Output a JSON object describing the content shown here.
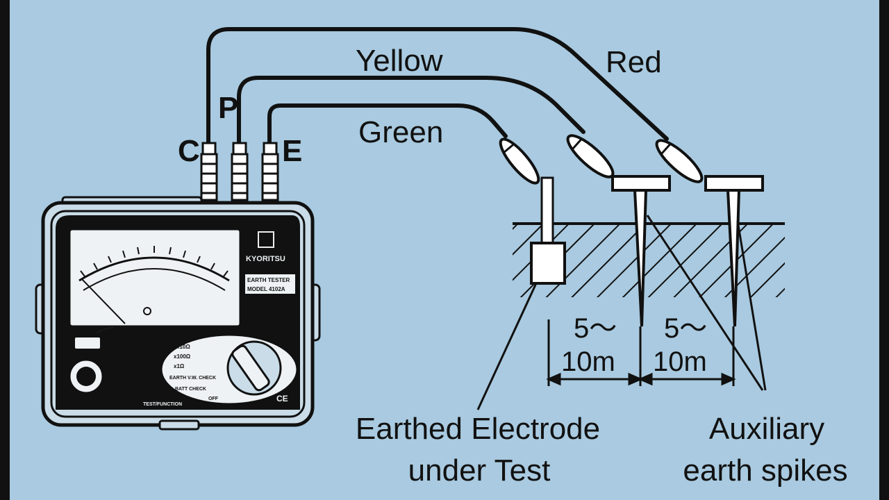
{
  "wires": {
    "red_label": "Red",
    "yellow_label": "Yellow",
    "green_label": "Green"
  },
  "terminals": {
    "c_label": "C",
    "p_label": "P",
    "e_label": "E"
  },
  "meter": {
    "brand": "KYORITSU",
    "model_line1": "EARTH TESTER",
    "model_line2": "MODEL 4102A",
    "range_labels": [
      "x10Ω",
      "x100Ω",
      "x1Ω"
    ],
    "function_labels": [
      "EARTH V.W. CHECK",
      "BATT CHECK",
      "OFF"
    ],
    "test_label": "TEST/FUNCTION",
    "ce_mark": "CE"
  },
  "distances": {
    "first_top": "5～",
    "first_bottom": "10m",
    "second_top": "5～",
    "second_bottom": "10m"
  },
  "captions": {
    "electrode_line1": "Earthed Electrode",
    "electrode_line2": "under Test",
    "spikes_line1": "Auxiliary",
    "spikes_line2": "earth spikes"
  },
  "colors": {
    "background": "#a9cae0",
    "ink": "#111111",
    "meter_face": "#eef2f4",
    "meter_body": "#c9dce8"
  }
}
